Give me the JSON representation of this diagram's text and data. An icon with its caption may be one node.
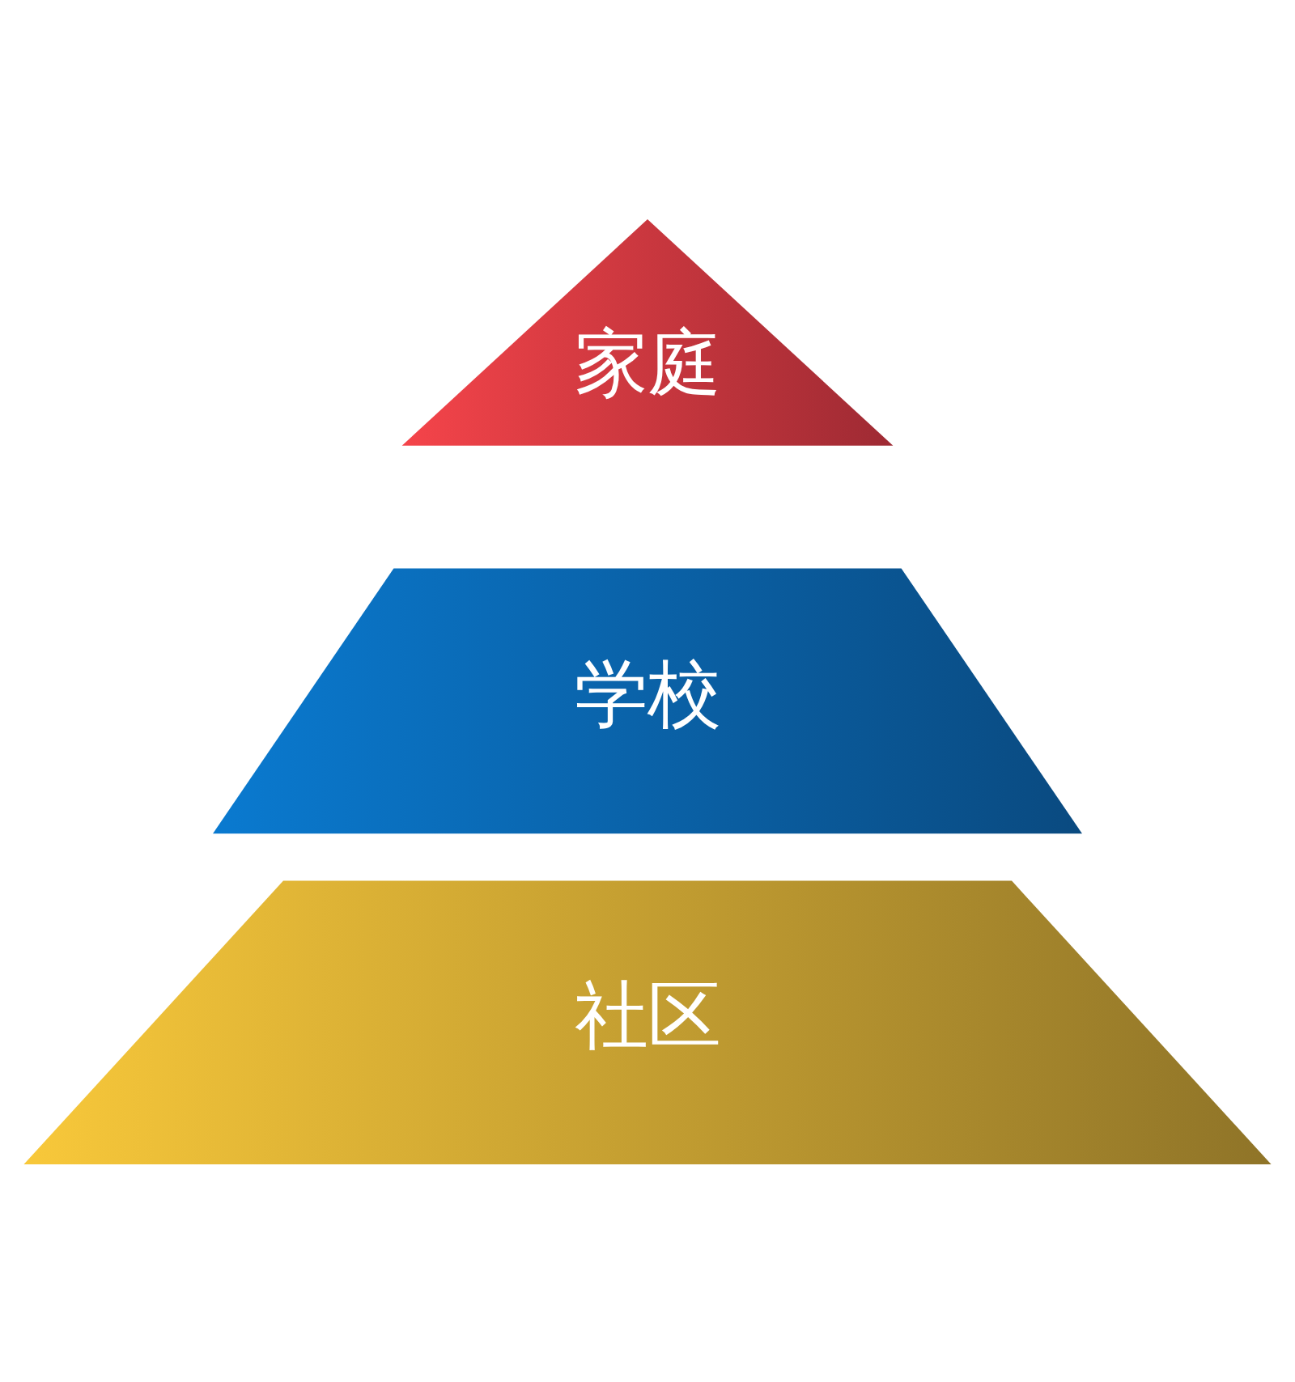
{
  "diagram": {
    "nodes": [
      {
        "text": [
          "家庭"
        ]
      },
      {
        "text": [
          "学校"
        ]
      },
      {
        "text": [
          "社区"
        ]
      }
    ]
  }
}
